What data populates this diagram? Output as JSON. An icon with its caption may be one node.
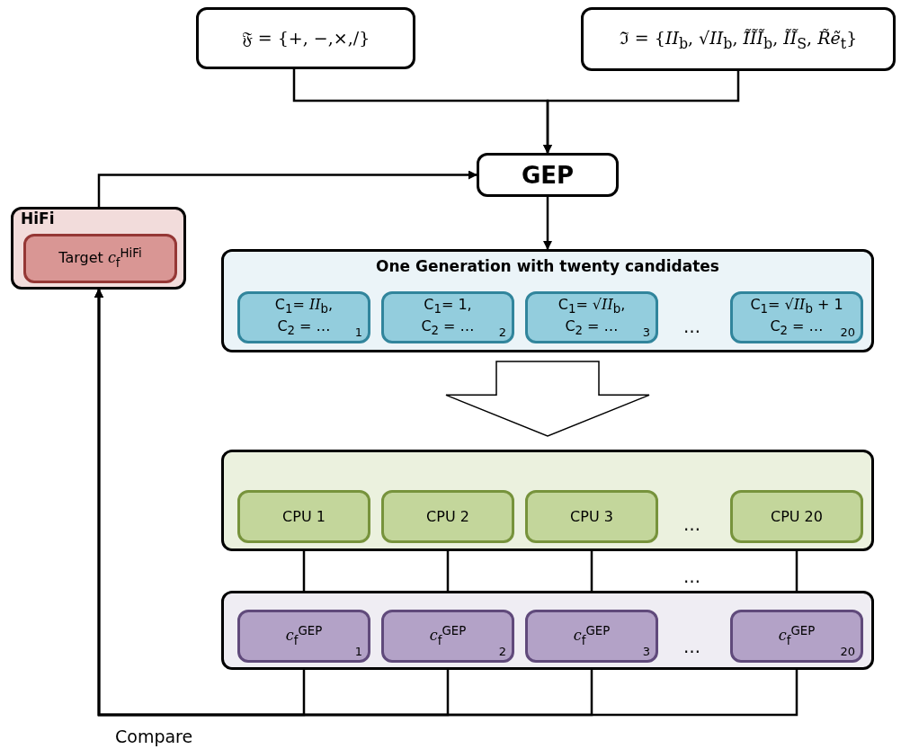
{
  "diagram": {
    "nodes": [
      {
        "text": [
          "𝔉 = {+, −,×,/}"
        ]
      },
      {
        "text": [
          "ℑ = {*II*$_{b}$, √*II*$_{b}$, *Ĩ̃ĨĨ*$_{b}$, *ĨĨ*$_{S}$, *R̃ẽ*$_{t}$}"
        ]
      },
      {
        "text": [
          "GEP"
        ]
      },
      {
        "text": [
          "HiFi"
        ]
      },
      {
        "text": [
          "Target *c*$_{f}$$^{HiFi}$"
        ],
        "in": 3
      },
      {
        "text": [
          "One Generation with twenty candidates"
        ]
      },
      {
        "text": [
          "C$_{1}$= *II*$_{b}$, C$_{2}$ = …",
          "1"
        ],
        "in": 5
      },
      {
        "text": [
          "C$_{1}$= 1, C$_{2}$ = …",
          "2"
        ],
        "in": 5
      },
      {
        "text": [
          "C$_{1}$= √*II*$_{b}$, C$_{2}$ = …",
          "3"
        ],
        "in": 5
      },
      {
        "text": [
          "C$_{1}$= √*II*$_{b}$ + 1 C$_{2}$ = …",
          "20"
        ],
        "in": 5
      },
      {
        "text": [],
        "shape": "box"
      },
      {
        "text": [
          "CPU 1"
        ],
        "in": 10
      },
      {
        "text": [
          "CPU 2"
        ],
        "in": 10
      },
      {
        "text": [
          "CPU 3"
        ],
        "in": 10
      },
      {
        "text": [
          "CPU 20"
        ],
        "in": 10
      },
      {
        "text": [],
        "shape": "box"
      },
      {
        "text": [
          "*c*$_{f}$$^{GEP}$",
          "1"
        ],
        "in": 15
      },
      {
        "text": [
          "*c*$_{f}$$^{GEP}$",
          "2"
        ],
        "in": 15
      },
      {
        "text": [
          "*c*$_{f}$$^{GEP}$",
          "3"
        ],
        "in": 15
      },
      {
        "text": [
          "*c*$_{f}$$^{GEP}$",
          "20"
        ],
        "in": 15
      }
    ],
    "edges": [
      {
        "from": 0,
        "to": 2,
        "arrow": "to"
      },
      {
        "from": 1,
        "to": 2,
        "arrow": "to"
      },
      {
        "from": 3,
        "to": 2,
        "arrow": "to"
      },
      {
        "from": 2,
        "to": 5,
        "arrow": "to"
      },
      {
        "from": 5,
        "to": 10,
        "arrow": "to",
        "style": "thick"
      },
      {
        "from": 11,
        "to": 16,
        "arrow": "to"
      },
      {
        "from": 12,
        "to": 17,
        "arrow": "to"
      },
      {
        "from": 13,
        "to": 18,
        "arrow": "to"
      },
      {
        "from": 14,
        "to": 19,
        "arrow": "to"
      },
      {
        "from": 16,
        "to": 3,
        "arrow": "to"
      },
      {
        "from": 17,
        "to": 3,
        "arrow": "to"
      },
      {
        "from": 18,
        "to": 3,
        "arrow": "to"
      },
      {
        "from": 19,
        "to": 3,
        "arrow": "to"
      }
    ],
    "labels": [
      "…",
      "…",
      "…",
      "…",
      "Compare"
    ]
  }
}
